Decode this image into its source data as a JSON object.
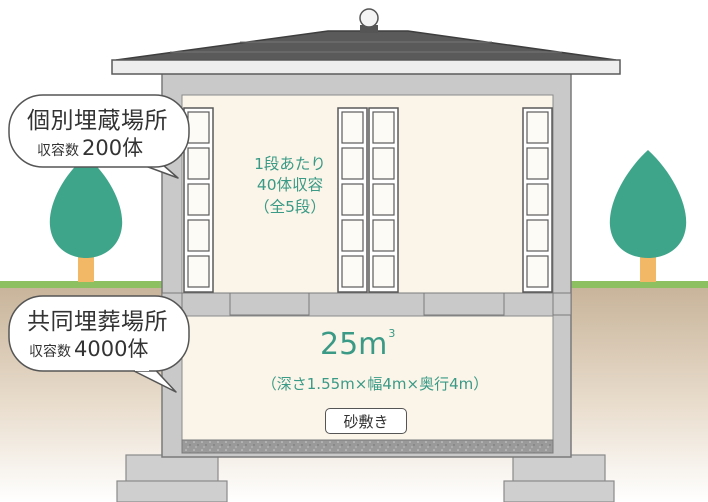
{
  "individual_burial": {
    "title": "個別埋蔵場所",
    "capacity_prefix": "収容数",
    "capacity_value": "200体"
  },
  "shelf_note": {
    "line1": "1段あたり",
    "line2": "40体収容",
    "line3": "（全5段）"
  },
  "joint_burial": {
    "title": "共同埋葬場所",
    "capacity_prefix": "収容数",
    "capacity_value": "4000体"
  },
  "volume": {
    "value": "25m",
    "superscript": "3"
  },
  "dimensions": "（深さ1.55m×幅4m×奥行4m）",
  "sand_label": "砂敷き",
  "colors": {
    "accent_text": "#3a9a86",
    "tree_foliage": "#3fa58a",
    "tree_trunk": "#f2b865",
    "grass": "#8cc060",
    "soil_top": "#c8b49a",
    "wall": "#c9c9c9",
    "roof": "#5a5a5a",
    "interior": "#fbf5e9"
  }
}
